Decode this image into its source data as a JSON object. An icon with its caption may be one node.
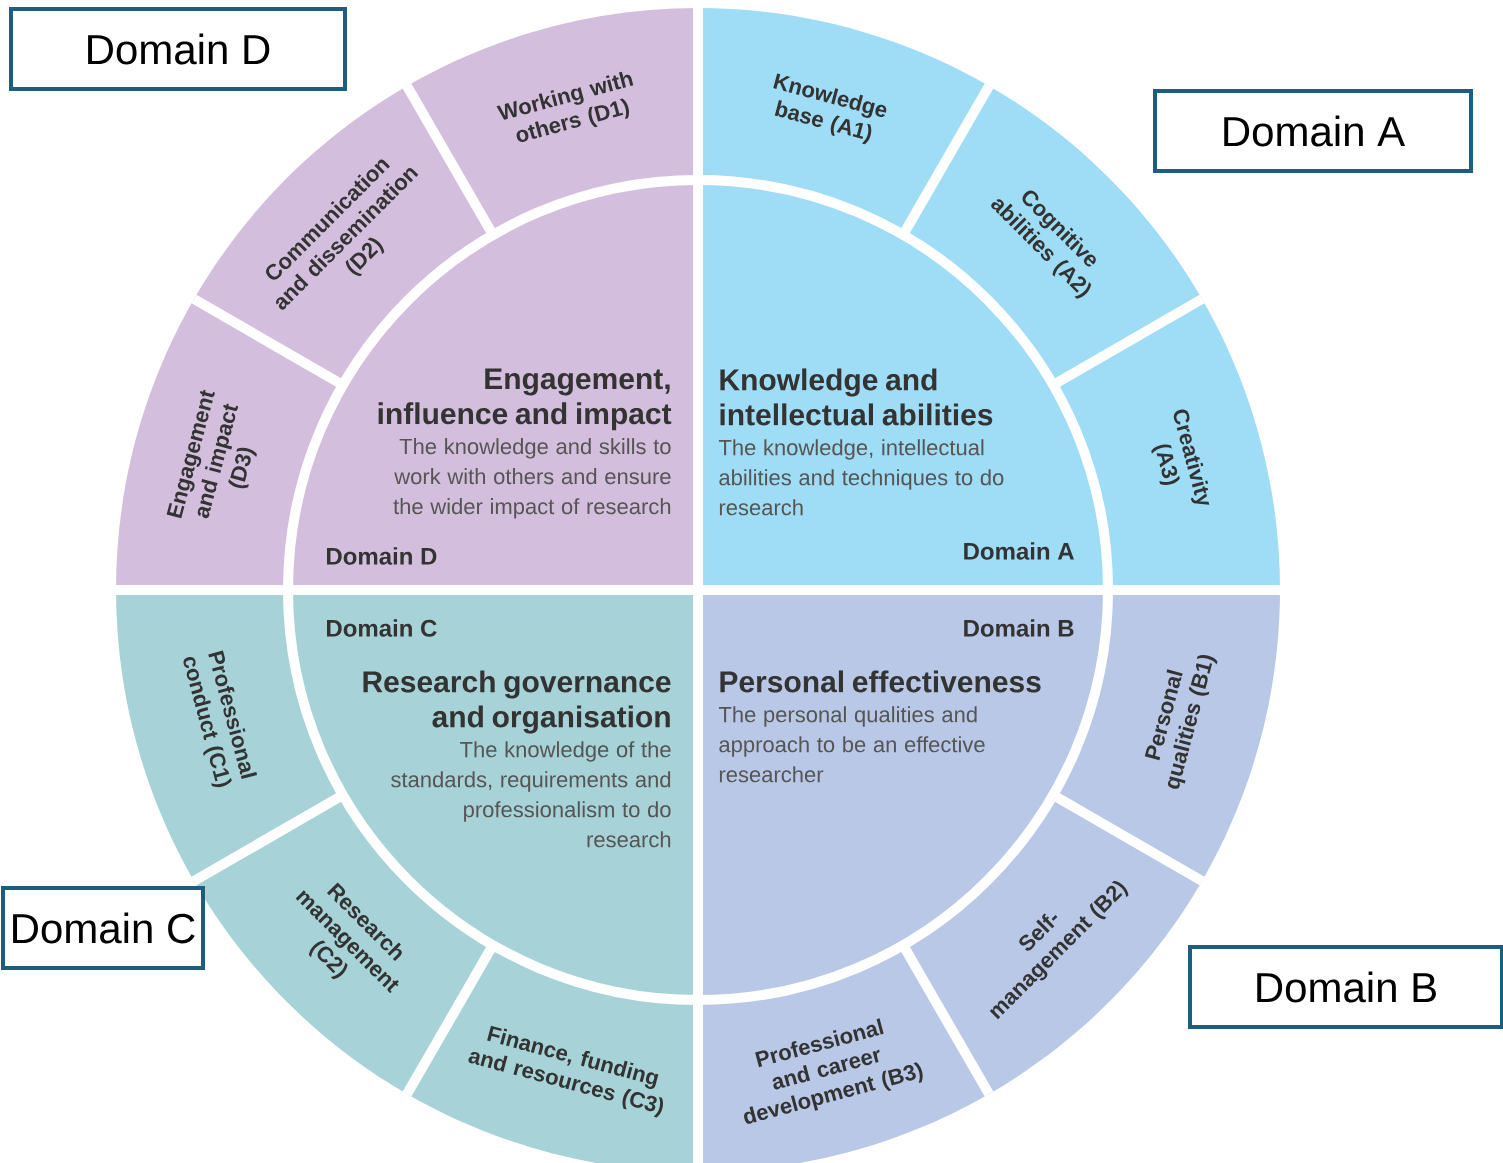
{
  "diagram": {
    "nodes": [
      {
        "text": [
          "Domain D"
        ]
      },
      {
        "text": [
          "Domain A"
        ]
      },
      {
        "text": [
          "Working with others (D1)"
        ]
      },
      {
        "text": [
          "Knowledge base (A1)"
        ]
      },
      {
        "text": [
          "Communication and dissemination (D2)"
        ]
      },
      {
        "text": [
          "Cognitive abilities (A2)"
        ]
      },
      {
        "text": [
          "Engagement and impact (D3)"
        ]
      },
      {
        "text": [
          "Creativity (A3)"
        ]
      },
      {
        "text": [
          "Engagement, influence and impact",
          "The knowledge and skills to work with others and ensure the wider impact of research",
          "Domain D"
        ]
      },
      {
        "text": [
          "Knowledge and intellectual abilities",
          "The knowledge, intellectual abilities and techniques to do research",
          "Domain A"
        ]
      },
      {
        "text": [
          "Domain C",
          "Research governance and organisation",
          "The knowledge of the standards, requirements and professionalism to do research"
        ]
      },
      {
        "text": [
          "Domain B",
          "Personal effectiveness",
          "The personal qualities and approach to be an effective researcher"
        ]
      },
      {
        "text": [
          "Personal qualities (B1)"
        ]
      },
      {
        "text": [
          "Professional conduct (C1)"
        ]
      },
      {
        "text": [
          "Domain C"
        ]
      },
      {
        "text": [
          "Research management (C2)"
        ]
      },
      {
        "text": [
          "Self-management (B2)"
        ]
      },
      {
        "text": [
          "Domain B"
        ]
      },
      {
        "text": [
          "Finance, funding and resources (C3)"
        ]
      },
      {
        "text": [
          "Professional and career development (B3)"
        ]
      }
    ]
  }
}
